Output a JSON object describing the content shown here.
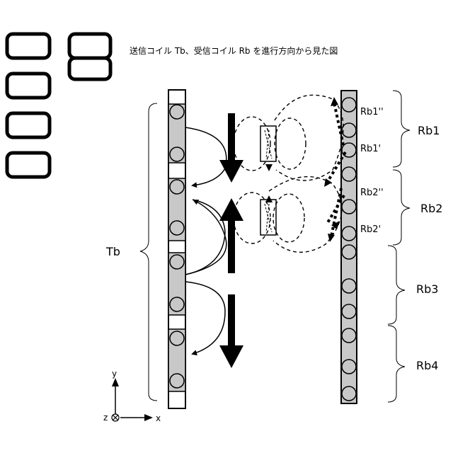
{
  "figure": {
    "caption": "送信コイル Tb、受信コイル Rb を進行方向から見た図"
  },
  "labels": {
    "transmit": "Tb",
    "receive_groups": [
      "Rb1",
      "Rb2",
      "Rb3",
      "Rb4"
    ],
    "receive_sub": [
      "Rb1''",
      "Rb1'",
      "Rb2''",
      "Rb2'"
    ]
  },
  "axes": {
    "y": "y",
    "z": "z",
    "x": "x"
  },
  "colors": {
    "coil_fill": "#c8c8c8",
    "stroke": "#000000",
    "background": "#ffffff"
  }
}
